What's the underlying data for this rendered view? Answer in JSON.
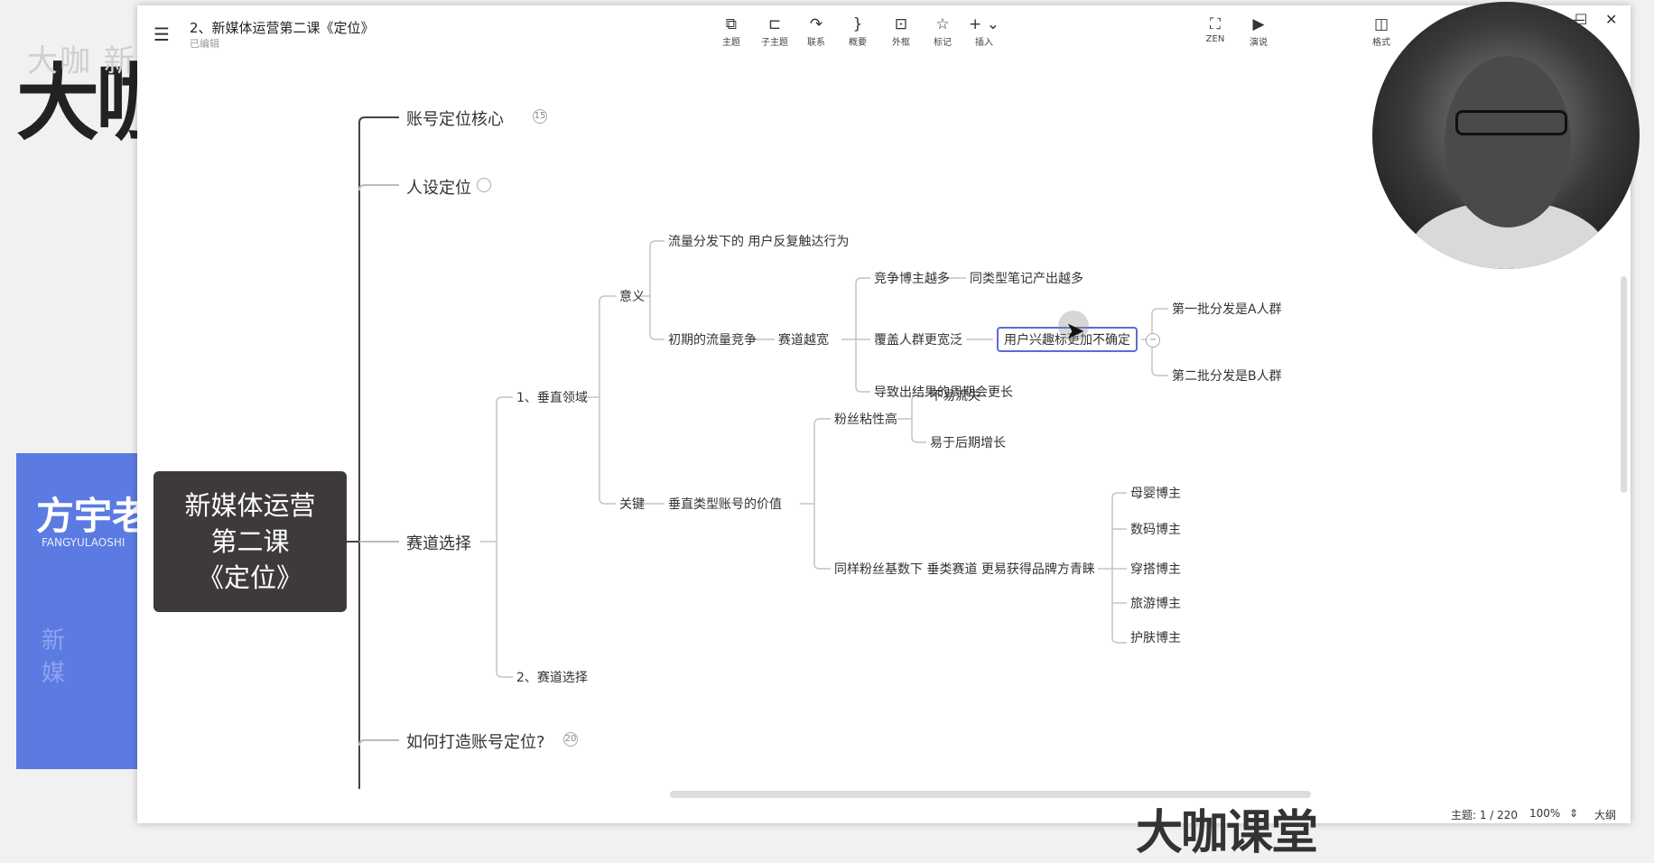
{
  "backdrop": {
    "title": "大咖",
    "watermark": "大咖 新媒体运营  bilibili",
    "card_big": "方宇老",
    "card_small": "FANGYULAOSHI",
    "card_faint": "新 媒"
  },
  "window": {
    "doc_title": "2、新媒体运营第二课《定位》",
    "doc_status": "已编辑",
    "toolbar": [
      {
        "icon": "topic-icon",
        "glyph": "⧉",
        "label": "主题"
      },
      {
        "icon": "subtopic-icon",
        "glyph": "⊏",
        "label": "子主题"
      },
      {
        "icon": "relation-icon",
        "glyph": "↷",
        "label": "联系"
      },
      {
        "icon": "summary-icon",
        "glyph": "}",
        "label": "概要"
      },
      {
        "icon": "boundary-icon",
        "glyph": "⊡",
        "label": "外框"
      },
      {
        "icon": "star-icon",
        "glyph": "☆",
        "label": "标记"
      },
      {
        "icon": "insert-icon",
        "glyph": "+ ⌄",
        "label": "插入"
      },
      {
        "icon": "zen-icon",
        "glyph": "⛶",
        "label": "ZEN"
      },
      {
        "icon": "present-icon",
        "glyph": "▶",
        "label": "演说"
      },
      {
        "icon": "format-icon",
        "glyph": "◫",
        "label": "格式"
      }
    ],
    "controls": {
      "minimize": "—",
      "maximize": "☐",
      "close": "✕"
    }
  },
  "mindmap": {
    "root": [
      "新媒体运营",
      "第二课",
      "《定位》"
    ],
    "l1": {
      "core": "账号定位核心",
      "persona": "人设定位",
      "track": "赛道选择",
      "how": "如何打造账号定位?"
    },
    "vertical": "1、垂直领域",
    "track2": "2、赛道选择",
    "meaning": "意义",
    "key": "关键",
    "flow": "流量分发下的 用户反复触达行为",
    "early": "初期的流量竞争",
    "wider": "赛道越宽",
    "more_comp": "竞争博主越多",
    "more_notes": "同类型笔记产出越多",
    "cover": "覆盖人群更宽泛",
    "interest": "用户兴趣标更加不确定",
    "batch1": "第一批分发是A人群",
    "batch2": "第二批分发是B人群",
    "longer": "导致出结果的周期会更长",
    "value": "垂直类型账号的价值",
    "sticky": "粉丝粘性高",
    "nolose": "不易流失",
    "grow": "易于后期增长",
    "brand_fav": "同样粉丝基数下 垂类赛道 更易获得品牌方青睐",
    "bloggers": [
      "母婴博主",
      "数码博主",
      "穿搭博主",
      "旅游博主",
      "护肤博主"
    ]
  },
  "status": {
    "topic_count": "主题: 1 / 220",
    "zoom": "100%",
    "outline": "大纲"
  },
  "brand": "大咖课堂"
}
